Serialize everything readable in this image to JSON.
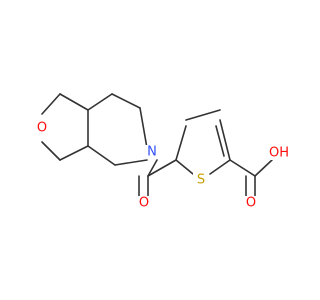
{
  "molecule": {
    "atoms": {
      "ring_oxygen": {
        "symbol": "O",
        "color": "#ff0d0d"
      },
      "amide_nitrogen": {
        "symbol": "N",
        "color": "#3050f8"
      },
      "carbonyl_oxygen": {
        "symbol": "O",
        "color": "#ff0d0d"
      },
      "thiophene_sulfur": {
        "symbol": "S",
        "color": "#c8a000"
      },
      "acid_oxygen": {
        "symbol": "O",
        "color": "#ff0d0d"
      },
      "hydroxyl": {
        "symbol": "OH",
        "color": "#ff0d0d"
      }
    },
    "bond_color": "#333333"
  }
}
